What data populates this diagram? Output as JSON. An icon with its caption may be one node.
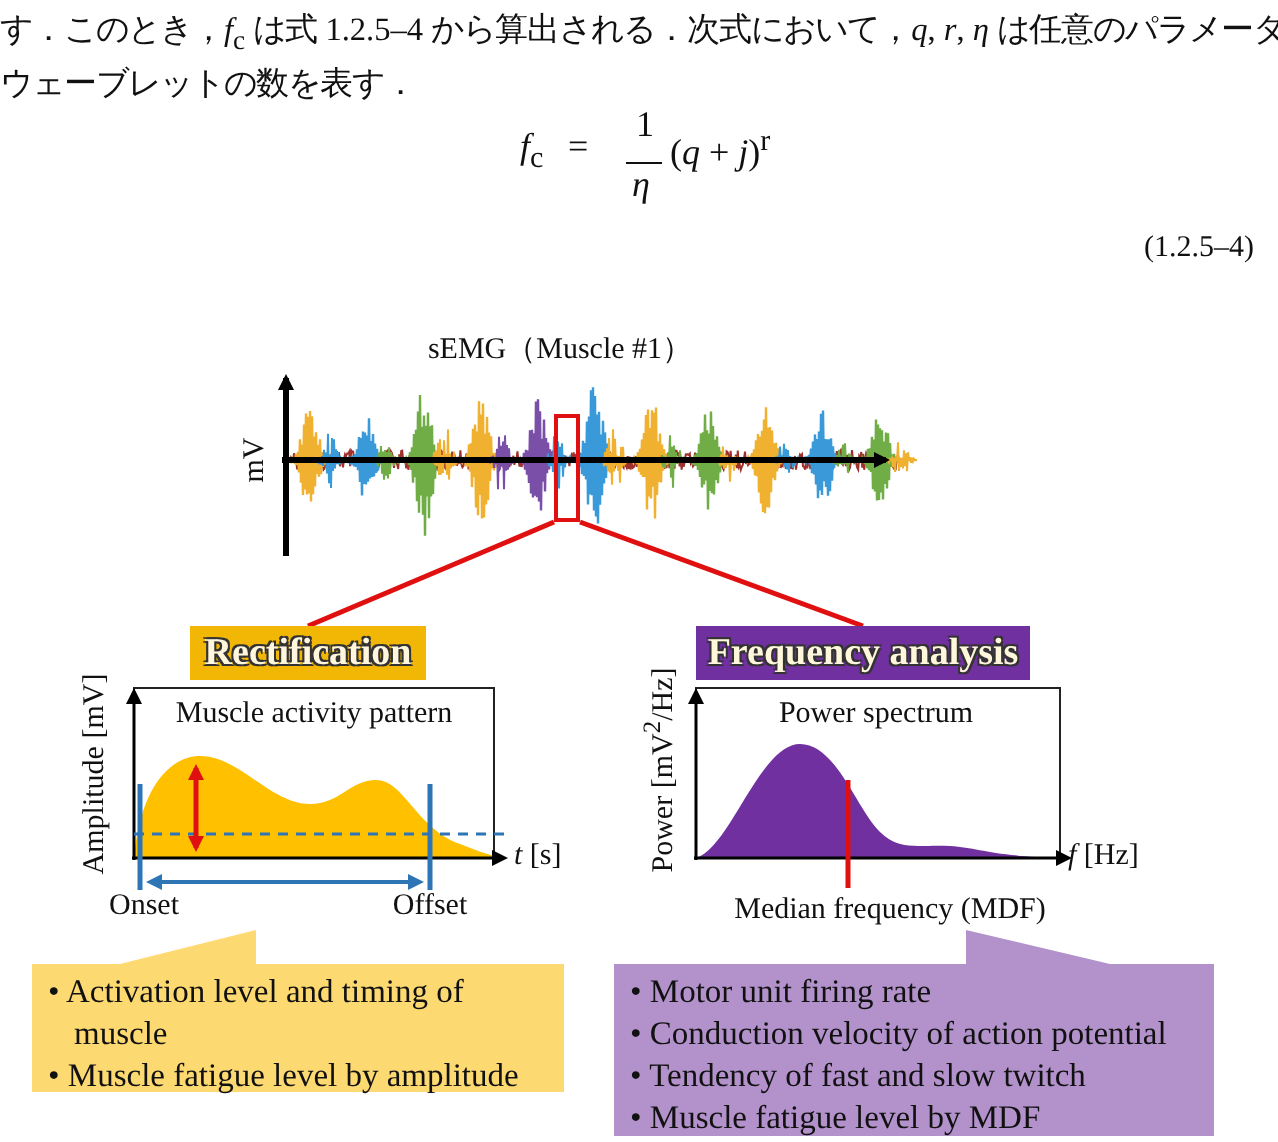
{
  "diagram": {
    "nodes": [
      {
        "text": [
          "sEMG（Muscle #1）",
          "mV"
        ]
      },
      {
        "text": [],
        "shape": "box",
        "in": 0
      },
      {
        "text": [
          "Rectification"
        ]
      },
      {
        "text": [
          "Frequency analysis"
        ]
      },
      {
        "text": [
          "Muscle activity pattern",
          "Amplitude [mV]",
          "*t* [s]",
          "Onset",
          "Offset"
        ]
      },
      {
        "text": [
          "Power spectrum",
          "Power [mV$^{2}$/Hz]",
          "*f* [Hz]",
          "Median frequency (MDF)"
        ]
      },
      {
        "text": [
          "• Activation level and timing of muscle",
          "• Muscle fatigue level by amplitude"
        ]
      },
      {
        "text": [
          "• Motor unit firing rate",
          "• Conduction velocity of action potential",
          "• Tendency of fast and slow twitch",
          "• Muscle fatigue level by MDF"
        ]
      }
    ],
    "edges": [
      {
        "from": 1,
        "to": 2,
        "arrow": "none"
      },
      {
        "from": 1,
        "to": 3,
        "arrow": "none"
      }
    ],
    "labels": [
      "す．このとき，*f*$_{c}$ は式 1.2.5–4 から算出される．次式において，*q*, *r*, *η* は任意のパラメータ",
      "ウェーブレットの数を表す．",
      "*f*$_{c}$",
      "=",
      "1",
      "*η*",
      "(*q* + *j*)$^{r}$",
      "(1.2.5–4)"
    ]
  }
}
